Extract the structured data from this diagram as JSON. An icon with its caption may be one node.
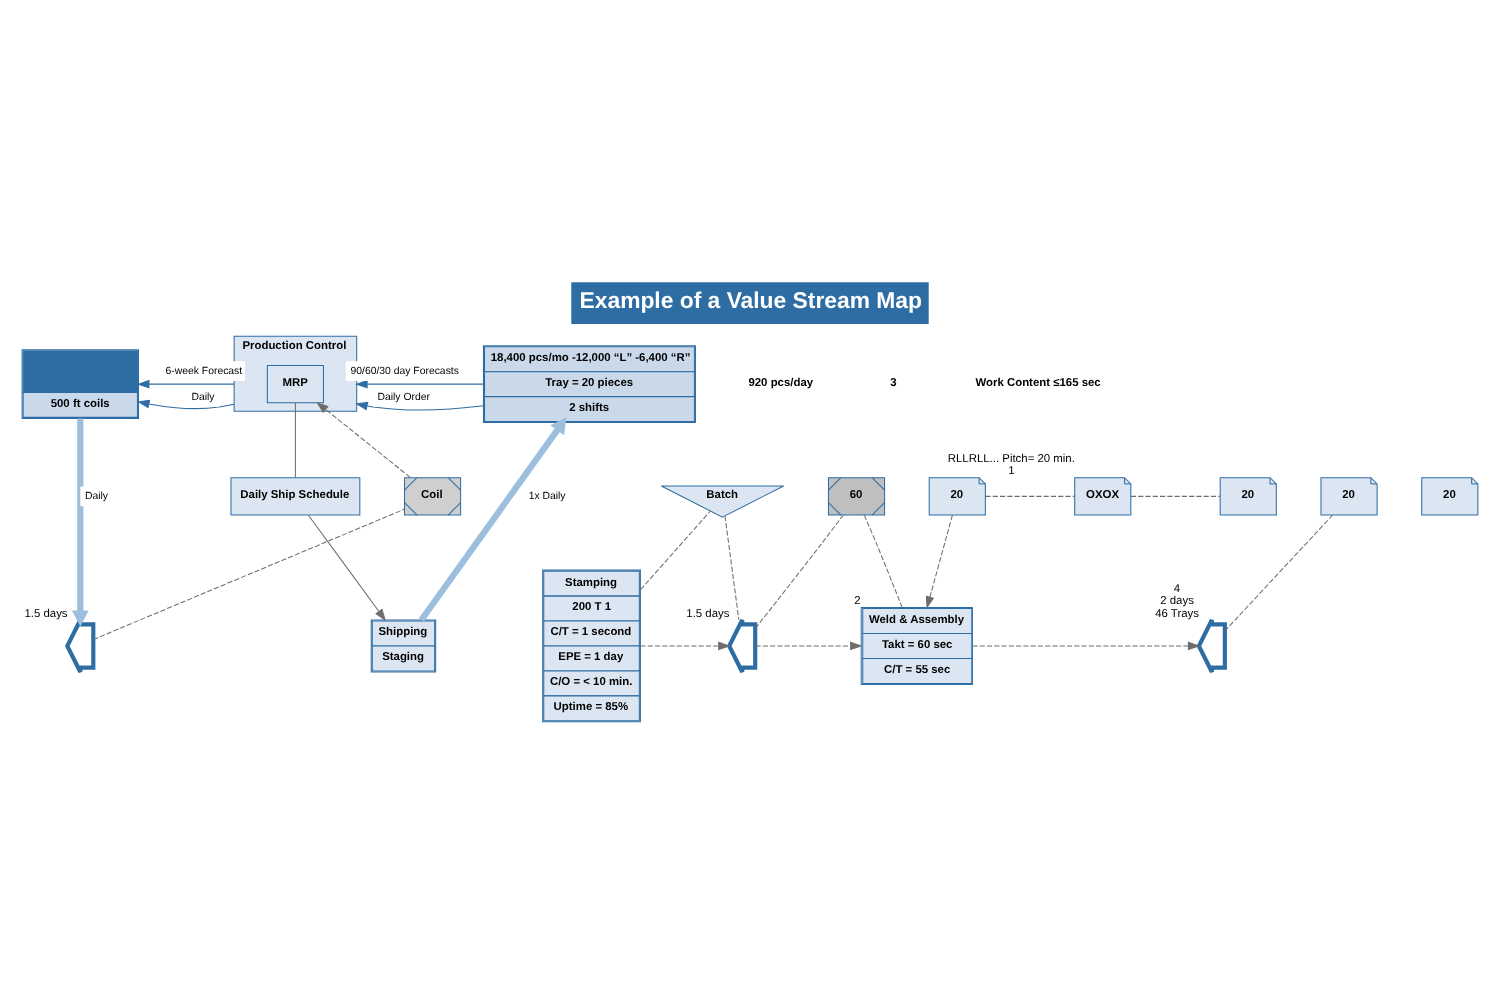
{
  "diagram": {
    "title": "Example of a Value Stream Map",
    "nodes": [
      {
        "text": [
          "500 ft coils"
        ]
      },
      {
        "text": [
          "Production Control"
        ]
      },
      {
        "text": [
          "MRP"
        ],
        "in": 1
      },
      {
        "text": [
          "18,400 pcs/mo -12,000 “L” -6,400 “R”",
          "Tray = 20 pieces",
          "2 shifts"
        ]
      },
      {
        "text": [
          "Coil"
        ]
      },
      {
        "text": [],
        "shape": "supermarket",
        "beside": [
          "1.5 days"
        ]
      },
      {
        "text": [
          "Batch"
        ]
      },
      {
        "text": [
          "Stamping",
          "200 T 1",
          "C/T = 1 second",
          "EPE = 1 day",
          "C/O = < 10 min.",
          "Uptime = 85%"
        ]
      },
      {
        "text": [],
        "shape": "supermarket",
        "beside": [
          "1.5 days"
        ]
      },
      {
        "text": [
          "60"
        ]
      },
      {
        "text": [
          "Daily Ship Schedule"
        ]
      },
      {
        "text": [
          "20"
        ]
      },
      {
        "text": [
          "OXOX"
        ],
        "beside": [
          "RLLRLL... Pitch= 20 min.",
          "1"
        ]
      },
      {
        "text": [
          "20"
        ]
      },
      {
        "text": [
          "20"
        ]
      },
      {
        "text": [
          "20"
        ]
      },
      {
        "text": [
          "Weld & Assembly",
          "Takt = 60 sec",
          "C/T = 55 sec"
        ],
        "beside": [
          "2"
        ]
      },
      {
        "text": [],
        "shape": "supermarket",
        "beside": [
          "4",
          "2 days",
          "46 Trays"
        ]
      },
      {
        "text": [
          "Shipping",
          "Staging"
        ]
      }
    ],
    "edges": [
      {
        "from": 1,
        "to": 0,
        "arrow": "to",
        "label": "6-week Forecast",
        "color": "#2e6da4"
      },
      {
        "from": 1,
        "to": 0,
        "arrow": "to",
        "label": "Daily",
        "color": "#2e6da4"
      },
      {
        "from": 3,
        "to": 1,
        "arrow": "to",
        "label": "90/60/30 day Forecasts",
        "color": "#2e6da4"
      },
      {
        "from": 3,
        "to": 1,
        "arrow": "to",
        "label": "Daily Order",
        "color": "#2e6da4"
      },
      {
        "from": 0,
        "to": 5,
        "arrow": "to",
        "label": "Daily",
        "style": "thick",
        "color": "#9bbfdc"
      },
      {
        "from": 5,
        "to": 4,
        "arrow": "none",
        "style": "dashed"
      },
      {
        "from": 4,
        "to": 2,
        "arrow": "to",
        "style": "dashed"
      },
      {
        "from": 7,
        "to": 6,
        "arrow": "none",
        "style": "dashed"
      },
      {
        "from": 6,
        "to": 8,
        "arrow": "none",
        "style": "dashed"
      },
      {
        "from": 8,
        "to": 9,
        "arrow": "none",
        "style": "dashed"
      },
      {
        "from": 9,
        "to": 16,
        "arrow": "none",
        "style": "dashed"
      },
      {
        "from": 7,
        "to": 8,
        "arrow": "to",
        "style": "dashed"
      },
      {
        "from": 8,
        "to": 16,
        "arrow": "to",
        "style": "dashed"
      },
      {
        "from": 11,
        "to": 12,
        "arrow": "none",
        "style": "dashed"
      },
      {
        "from": 12,
        "to": 13,
        "arrow": "none",
        "style": "dashed"
      },
      {
        "from": 11,
        "to": 16,
        "arrow": "to",
        "style": "dashed"
      },
      {
        "from": 15,
        "to": 17,
        "arrow": "none",
        "style": "dashed"
      },
      {
        "from": 16,
        "to": 17,
        "arrow": "to",
        "style": "dashed"
      },
      {
        "from": 2,
        "to": 10,
        "arrow": "none"
      },
      {
        "from": 10,
        "to": 18,
        "arrow": "to"
      },
      {
        "from": 18,
        "to": 3,
        "arrow": "to",
        "label": "1x Daily",
        "style": "thick",
        "color": "#9bbfdc"
      }
    ],
    "labels": [
      "920 pcs/day",
      "3",
      "Work Content ≤165 sec"
    ]
  }
}
